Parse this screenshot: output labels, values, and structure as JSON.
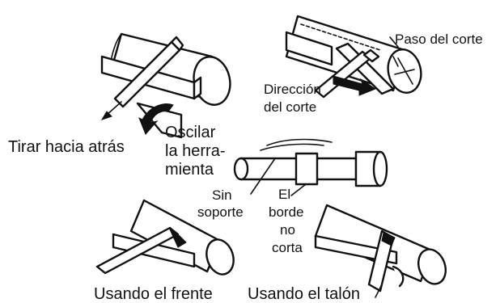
{
  "labels": {
    "pull_back": "Tirar hacia atrás",
    "cut_pitch": "Paso del corte",
    "cut_direction_line1": "Dirección",
    "cut_direction_line2": "del corte",
    "rock_tool_line1": "Oscilar",
    "rock_tool_line2": "la herra-",
    "rock_tool_line3": "mienta",
    "unsupported_line1": "Sin",
    "unsupported_line2": "soporte",
    "edge_line1": "El",
    "edge_line2": "borde",
    "edge_line3": "no",
    "edge_line4": "corta",
    "using_front": "Usando el frente",
    "using_heel": "Usando el talón"
  },
  "colors": {
    "ink": "#111111",
    "paper": "#ffffff"
  }
}
